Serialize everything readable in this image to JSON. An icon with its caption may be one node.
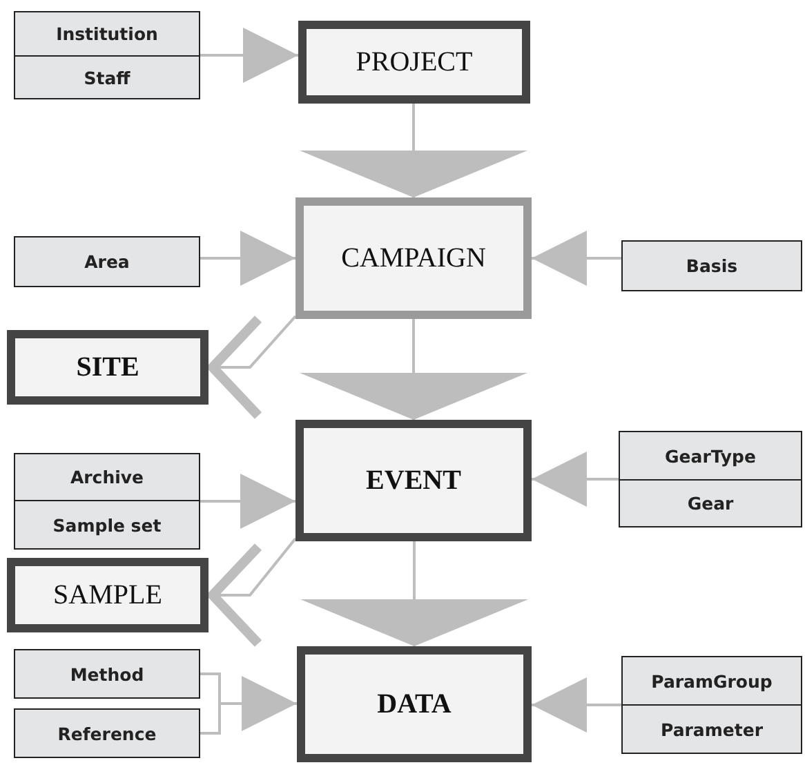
{
  "diagram": {
    "nodes": [
      {
        "text": [
          "Institution"
        ]
      },
      {
        "text": [
          "Staff"
        ]
      },
      {
        "text": [
          "PROJECT"
        ]
      },
      {
        "text": [
          "Area"
        ]
      },
      {
        "text": [
          "CAMPAIGN"
        ]
      },
      {
        "text": [
          "Basis"
        ]
      },
      {
        "text": [
          "SITE"
        ]
      },
      {
        "text": [
          "Archive"
        ]
      },
      {
        "text": [
          "Sample set"
        ]
      },
      {
        "text": [
          "EVENT"
        ]
      },
      {
        "text": [
          "GearType"
        ]
      },
      {
        "text": [
          "Gear"
        ]
      },
      {
        "text": [
          "SAMPLE"
        ]
      },
      {
        "text": [
          "Method"
        ]
      },
      {
        "text": [
          "Reference"
        ]
      },
      {
        "text": [
          "DATA"
        ]
      },
      {
        "text": [
          "ParamGroup"
        ]
      },
      {
        "text": [
          "Parameter"
        ]
      }
    ],
    "edges": [
      {
        "from": 0,
        "to": 2,
        "arrow": "to"
      },
      {
        "from": 1,
        "to": 2,
        "arrow": "to"
      },
      {
        "from": 2,
        "to": 4,
        "arrow": "to"
      },
      {
        "from": 3,
        "to": 4,
        "arrow": "to"
      },
      {
        "from": 5,
        "to": 4,
        "arrow": "to"
      },
      {
        "from": 4,
        "to": 6,
        "arrow": "to"
      },
      {
        "from": 4,
        "to": 9,
        "arrow": "to"
      },
      {
        "from": 7,
        "to": 9,
        "arrow": "to"
      },
      {
        "from": 8,
        "to": 9,
        "arrow": "to"
      },
      {
        "from": 10,
        "to": 9,
        "arrow": "to"
      },
      {
        "from": 11,
        "to": 9,
        "arrow": "to"
      },
      {
        "from": 9,
        "to": 12,
        "arrow": "to"
      },
      {
        "from": 9,
        "to": 15,
        "arrow": "to"
      },
      {
        "from": 13,
        "to": 15,
        "arrow": "to"
      },
      {
        "from": 14,
        "to": 15,
        "arrow": "to"
      },
      {
        "from": 16,
        "to": 15,
        "arrow": "to"
      },
      {
        "from": 17,
        "to": 15,
        "arrow": "to"
      }
    ]
  }
}
